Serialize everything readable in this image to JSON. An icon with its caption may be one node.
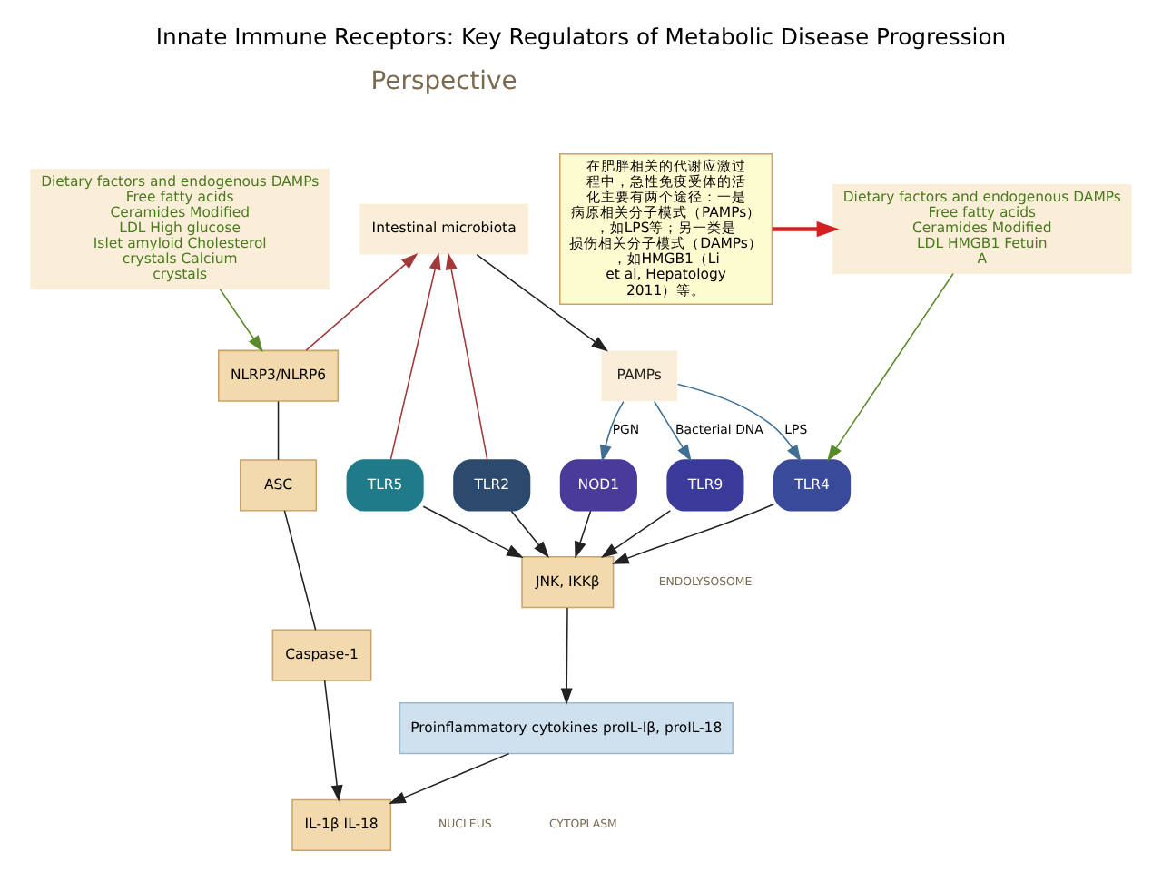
{
  "diagram": {
    "title": "Innate Immune Receptors: Key Regulators of Metabolic Disease Progression",
    "nodes": [
      {
        "text": [
          "Intestinal microbiota"
        ]
      },
      {
        "text": [
          "Dietary factors and endogenous DAMPs",
          "Free fatty acids Ceramides Modified LDL High glucose Islet amyloid Cholesterol crystals Calcium crystals"
        ]
      },
      {
        "text": [
          "PAMPs"
        ]
      },
      {
        "text": [
          "Dietary factors and endogenous DAMPs",
          "Free fatty acids Ceramides Modified LDL HMGB1 Fetuin A"
        ]
      },
      {
        "text": [
          "在肥胖相关的代谢应激过程中，急性免疫受体的活化主要有两个途径：一是病原相关分子模式（PAMPs），如LPS等；另一类是损伤相关分子模式（DAMPs），如HMGB1（Li et al, Hepatology 2011）等。"
        ]
      },
      {
        "text": [
          "TLR5"
        ]
      },
      {
        "text": [
          "TLR2"
        ]
      },
      {
        "text": [
          "TLR9"
        ]
      },
      {
        "text": [
          "NOD1"
        ]
      },
      {
        "text": [
          "TLR4"
        ]
      },
      {
        "text": [
          "NLRP3/NLRP6"
        ]
      },
      {
        "text": [
          "ASC"
        ]
      },
      {
        "text": [
          "Caspase-1"
        ]
      },
      {
        "text": [
          "JNK, IKKβ"
        ]
      },
      {
        "text": [
          "Proinflammatory cytokines proIL-Iβ, proIL-18"
        ]
      },
      {
        "text": [
          "IL-1β IL-18"
        ]
      }
    ],
    "edges": [
      {
        "from": 0,
        "to": 2,
        "arrow": "to"
      },
      {
        "from": 10,
        "to": 0,
        "arrow": "to",
        "color": "#a03a3a"
      },
      {
        "from": 5,
        "to": 0,
        "arrow": "to",
        "color": "#a03a3a"
      },
      {
        "from": 6,
        "to": 0,
        "arrow": "to",
        "color": "#a03a3a"
      },
      {
        "from": 2,
        "to": 7,
        "arrow": "to",
        "label": "Bacterial DNA",
        "color": "#3f6f94"
      },
      {
        "from": 2,
        "to": 8,
        "arrow": "to",
        "label": "PGN",
        "color": "#3f6f94"
      },
      {
        "from": 2,
        "to": 9,
        "arrow": "to",
        "label": "LPS",
        "color": "#3f6f94"
      },
      {
        "from": 4,
        "to": 3,
        "arrow": "to",
        "style": "thick",
        "color": "#d42020"
      },
      {
        "from": 3,
        "to": 9,
        "arrow": "to",
        "color": "#5a8a2a"
      },
      {
        "from": 1,
        "to": 10,
        "arrow": "to",
        "color": "#5a8a2a"
      },
      {
        "from": 5,
        "to": 13,
        "arrow": "to"
      },
      {
        "from": 6,
        "to": 13,
        "arrow": "to"
      },
      {
        "from": 7,
        "to": 13,
        "arrow": "to"
      },
      {
        "from": 8,
        "to": 13,
        "arrow": "to"
      },
      {
        "from": 9,
        "to": 13,
        "arrow": "to"
      },
      {
        "from": 10,
        "to": 11,
        "arrow": "none"
      },
      {
        "from": 11,
        "to": 12,
        "arrow": "none"
      },
      {
        "from": 12,
        "to": 15,
        "arrow": "to"
      },
      {
        "from": 13,
        "to": 14,
        "arrow": "to"
      },
      {
        "from": 14,
        "to": 15,
        "arrow": "to"
      }
    ],
    "labels": [
      "Perspective",
      "ENDOLYSOSOME",
      "CYTOPLASM",
      "NUCLEUS"
    ]
  }
}
